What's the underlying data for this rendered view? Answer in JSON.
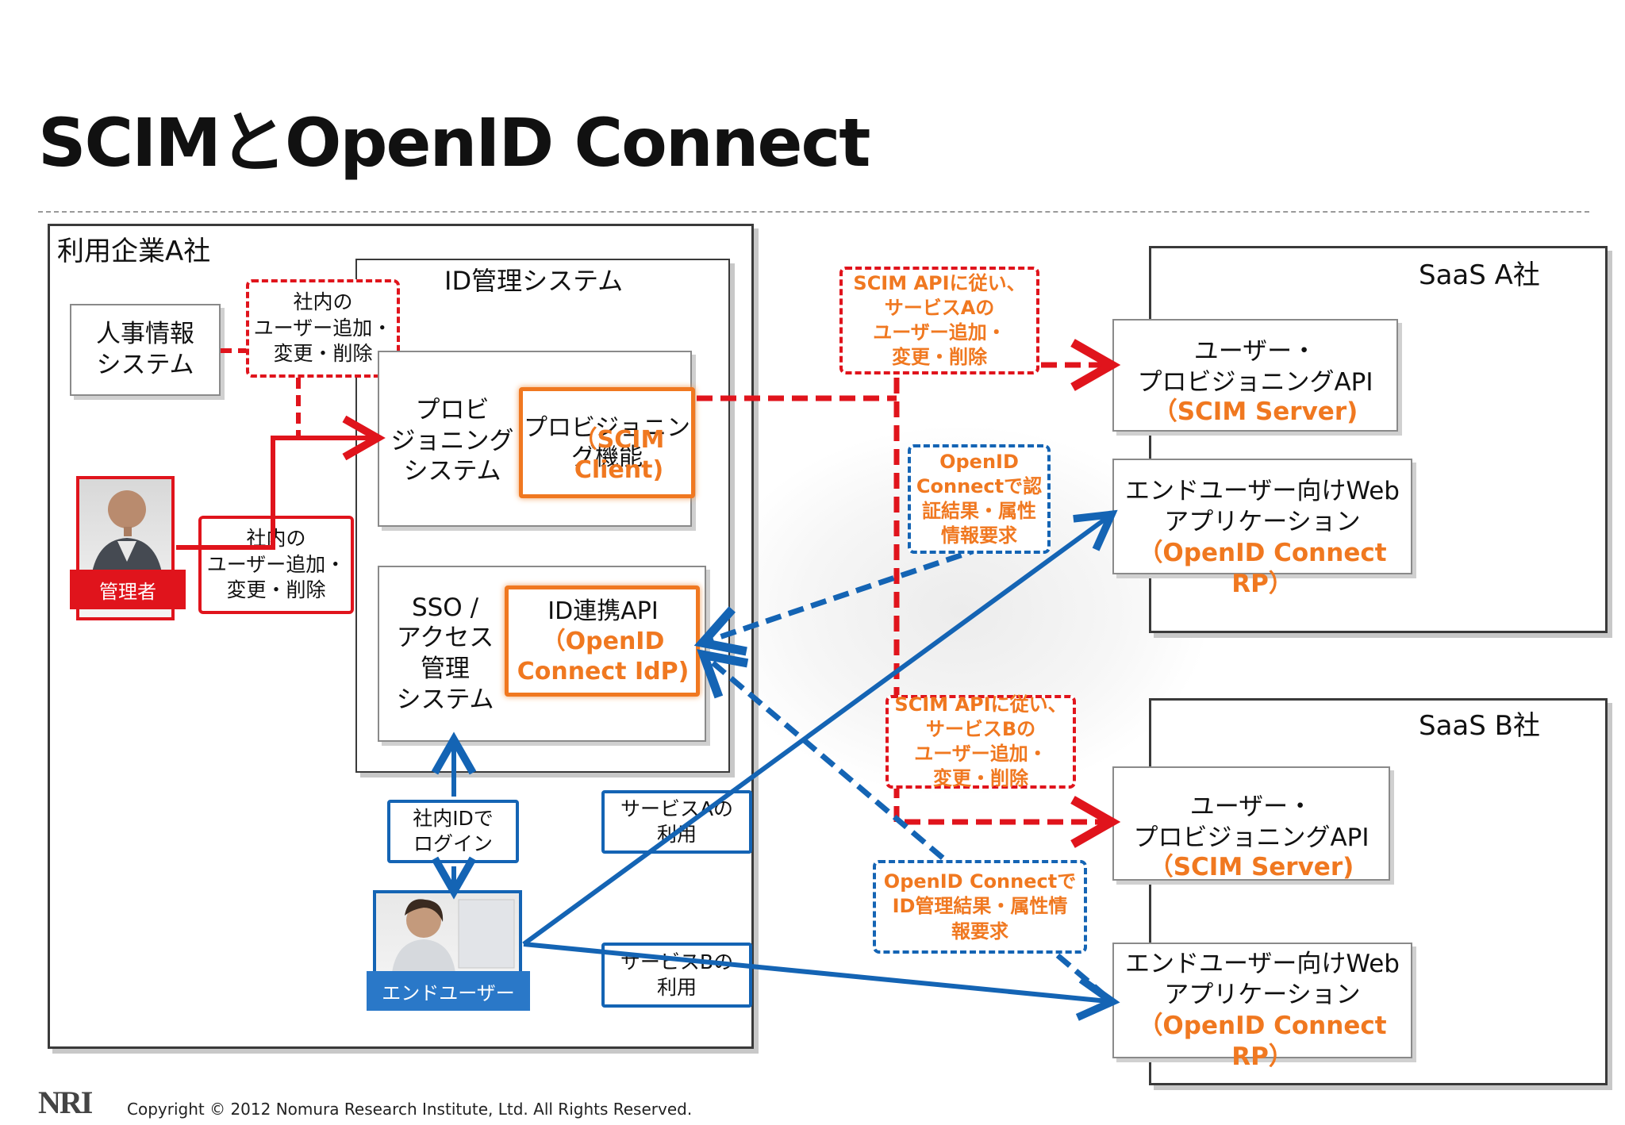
{
  "slide": {
    "title": "SCIMとOpenID Connect",
    "footer": "Copyright © 2012 Nomura Research Institute, Ltd. All Rights Reserved.",
    "logo_text": "NRI"
  },
  "company": {
    "label": "利用企業A社",
    "hr_system": "人事情報\nシステム",
    "hr_note": "社内の\nユーザー追加・\n変更・削除",
    "admin_note": "社内の\nユーザー追加・\n変更・削除",
    "admin_tag": "管理者",
    "enduser_tag": "エンドユーザー",
    "id_system": {
      "label": "ID管理システム",
      "provisioning": "プロビ\nジョニング\nシステム",
      "provisioning_fn_1": "プロビジョニン\nグ機能",
      "provisioning_fn_2": "（SCIM\nClient)",
      "sso": "SSO /\nアクセス\n管理\nシステム",
      "idapi_1": "ID連携API",
      "idapi_2": "（OpenID\nConnect IdP)"
    },
    "login_note": "社内IDで\nログイン",
    "use_a": "サービスAの\n利用",
    "use_b": "サービスBの\n利用"
  },
  "callouts": {
    "scim_a": "SCIM APIに従い、\nサービスAの\nユーザー追加・\n変更・削除",
    "oidc_a": "OpenID\nConnectで認\n証結果・属性\n情報要求",
    "scim_b": "SCIM APIに従い、\nサービスBの\nユーザー追加・\n変更・削除",
    "oidc_b": "OpenID Connectで\nID管理結果・属性情\n報要求"
  },
  "saas_a": {
    "label": "SaaS A社",
    "prov_1": "ユーザー・\nプロビジョニングAPI",
    "prov_2": "（SCIM Server)",
    "web_1": "エンドユーザー向けWeb\nアプリケーション",
    "web_2": "（OpenID Connect RP）"
  },
  "saas_b": {
    "label": "SaaS B社",
    "prov_1": "ユーザー・\nプロビジョニングAPI",
    "prov_2": "（SCIM Server)",
    "web_1": "エンドユーザー向けWeb\nアプリケーション",
    "web_2": "（OpenID Connect RP）"
  },
  "colors": {
    "red": "#e0141c",
    "blue": "#1464b4",
    "orange": "#f07820"
  }
}
